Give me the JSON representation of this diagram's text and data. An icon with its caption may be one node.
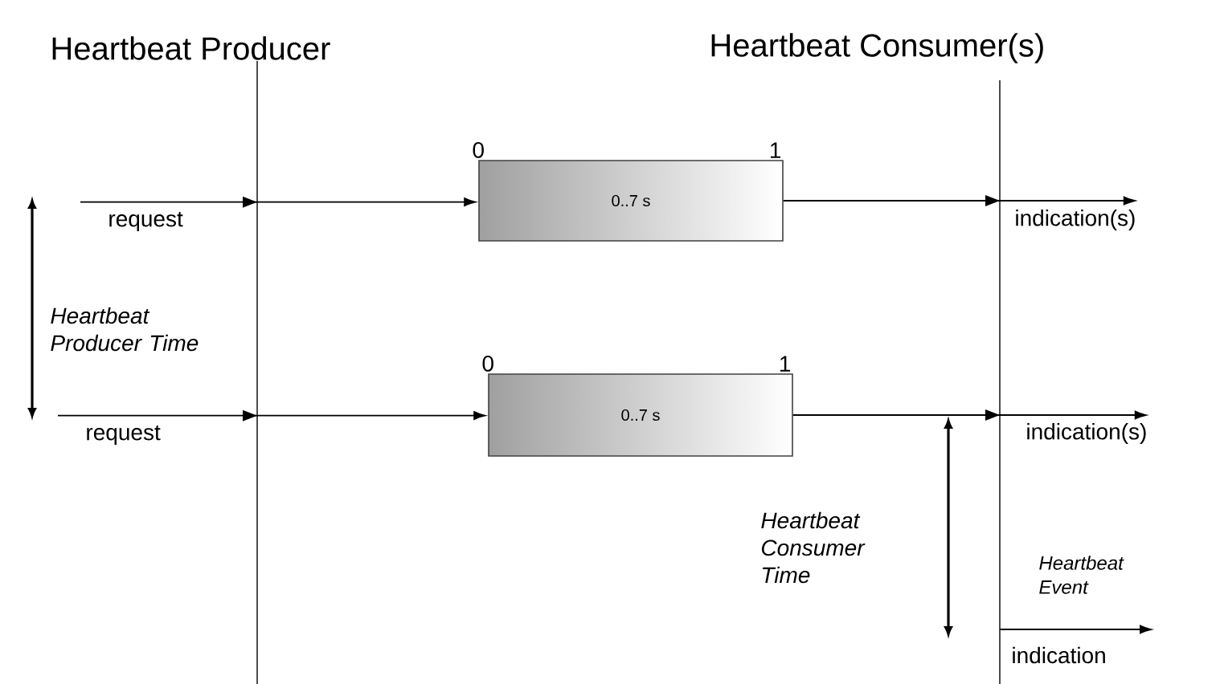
{
  "diagram": {
    "nodes": [
      {
        "text": [
          "0..7 s"
        ],
        "beside": [
          "0",
          "1"
        ]
      },
      {
        "text": [
          "0..7 s"
        ],
        "beside": [
          "0",
          "1"
        ]
      },
      {
        "text": [
          "request"
        ]
      },
      {
        "text": [
          "indication(s)"
        ]
      },
      {
        "text": [
          "request"
        ]
      },
      {
        "text": [
          "indication(s)"
        ]
      }
    ],
    "edges": [
      {
        "from": 2,
        "to": 0,
        "arrow": "to"
      },
      {
        "from": 0,
        "to": 3,
        "arrow": "to"
      },
      {
        "from": 4,
        "to": 1,
        "arrow": "to"
      },
      {
        "from": 1,
        "to": 5,
        "arrow": "to"
      }
    ],
    "labels": [
      "Heartbeat Producer",
      "Heartbeat Consumer(s)",
      "Heartbeat Producer Time",
      "Heartbeat Consumer Time",
      "Heartbeat Event",
      "indication"
    ]
  }
}
